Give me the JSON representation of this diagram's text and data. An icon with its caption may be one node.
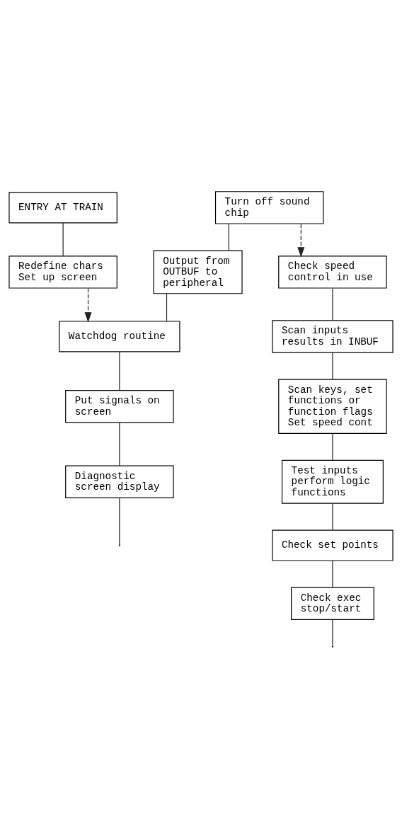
{
  "diagram": {
    "nodes": [
      {
        "text": [
          "ENTRY AT TRAIN"
        ]
      },
      {
        "text": [
          "Redefine chars",
          "Set up screen"
        ]
      },
      {
        "text": [
          "Check speed control in use"
        ]
      },
      {
        "text": [
          "Scan inputs results in INBUF"
        ]
      },
      {
        "text": [
          "Turn off sound chip"
        ]
      },
      {
        "text": [
          "Scan keys, set functions or function flags",
          "Set speed cont"
        ]
      },
      {
        "text": [
          "Output from OUTBUF to peripheral"
        ]
      },
      {
        "text": [
          "Test inputs perform logic functions"
        ]
      },
      {
        "text": [
          "Watchdog routine"
        ]
      },
      {
        "text": [
          "Check set points"
        ]
      },
      {
        "text": [
          "Put signals on screen"
        ]
      },
      {
        "text": [
          "Check exec stop/start"
        ]
      },
      {
        "text": [
          "Diagnostic screen display"
        ]
      }
    ],
    "edges": [
      {
        "from": 0,
        "to": 1,
        "arrow": "none"
      },
      {
        "from": 1,
        "to": 8,
        "arrow": "to",
        "style": "dashed"
      },
      {
        "from": 4,
        "to": 2,
        "arrow": "to",
        "style": "dashed"
      },
      {
        "from": 2,
        "to": 3,
        "arrow": "none"
      },
      {
        "from": 3,
        "to": 5,
        "arrow": "none"
      },
      {
        "from": 5,
        "to": 7,
        "arrow": "none"
      },
      {
        "from": 7,
        "to": 9,
        "arrow": "none"
      },
      {
        "from": 9,
        "to": 11,
        "arrow": "none"
      },
      {
        "from": 11,
        "to": null,
        "arrow": "none"
      },
      {
        "from": 4,
        "to": 6,
        "arrow": "none"
      },
      {
        "from": 6,
        "to": 8,
        "arrow": "none"
      },
      {
        "from": 8,
        "to": 10,
        "arrow": "none"
      },
      {
        "from": 10,
        "to": 12,
        "arrow": "none"
      },
      {
        "from": 12,
        "to": null,
        "arrow": "none"
      }
    ]
  }
}
